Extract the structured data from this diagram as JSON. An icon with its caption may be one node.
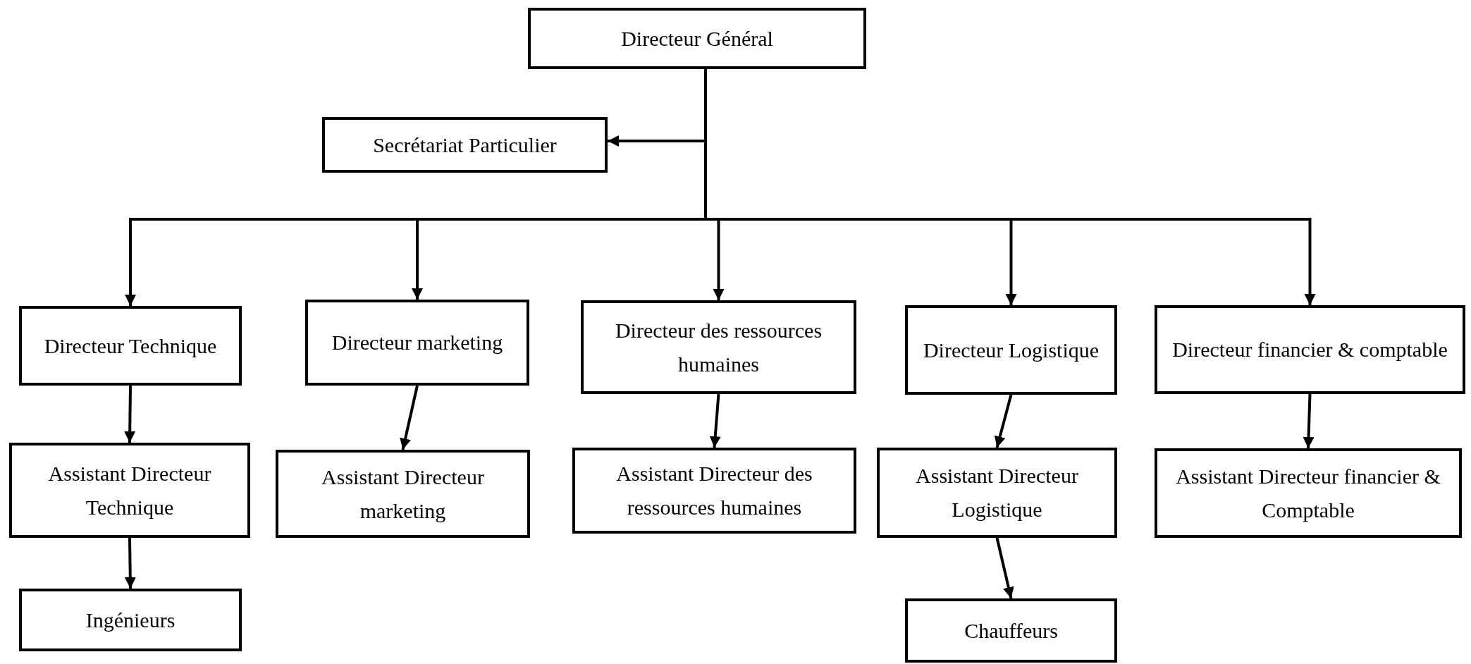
{
  "diagram": {
    "nodes": [
      {
        "text": [
          "Directeur Général"
        ]
      },
      {
        "text": [
          "Secrétariat Particulier"
        ]
      },
      {
        "text": [
          "Directeur Technique"
        ]
      },
      {
        "text": [
          "Directeur marketing"
        ]
      },
      {
        "text": [
          "Directeur des ressources humaines"
        ]
      },
      {
        "text": [
          "Directeur Logistique"
        ]
      },
      {
        "text": [
          "Directeur financier & comptable"
        ]
      },
      {
        "text": [
          "Assistant Directeur Technique"
        ]
      },
      {
        "text": [
          "Assistant Directeur marketing"
        ]
      },
      {
        "text": [
          "Assistant Directeur des ressources humaines"
        ]
      },
      {
        "text": [
          "Assistant Directeur Logistique"
        ]
      },
      {
        "text": [
          "Assistant Directeur financier & Comptable"
        ]
      },
      {
        "text": [
          "Ingénieurs"
        ]
      },
      {
        "text": [
          "Chauffeurs"
        ]
      }
    ],
    "edges": [
      {
        "from": 0,
        "to": 1,
        "arrow": "to"
      },
      {
        "from": 0,
        "to": 2,
        "arrow": "to"
      },
      {
        "from": 0,
        "to": 3,
        "arrow": "to"
      },
      {
        "from": 0,
        "to": 4,
        "arrow": "to"
      },
      {
        "from": 0,
        "to": 5,
        "arrow": "to"
      },
      {
        "from": 0,
        "to": 6,
        "arrow": "to"
      },
      {
        "from": 2,
        "to": 7,
        "arrow": "to"
      },
      {
        "from": 3,
        "to": 8,
        "arrow": "to"
      },
      {
        "from": 4,
        "to": 9,
        "arrow": "to"
      },
      {
        "from": 5,
        "to": 10,
        "arrow": "to"
      },
      {
        "from": 6,
        "to": 11,
        "arrow": "to"
      },
      {
        "from": 7,
        "to": 12,
        "arrow": "to"
      },
      {
        "from": 10,
        "to": 13,
        "arrow": "to"
      }
    ]
  }
}
